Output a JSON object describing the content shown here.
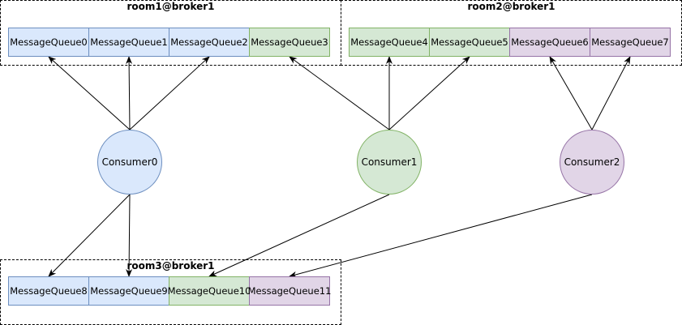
{
  "colors": {
    "blue_fill": "#dae8fc",
    "blue_stroke": "#6c8ebf",
    "green_fill": "#d5e8d4",
    "green_stroke": "#82b366",
    "purple_fill": "#e1d5e7",
    "purple_stroke": "#9673a6"
  },
  "rooms": [
    {
      "label": "room1@broker1",
      "queues": [
        {
          "label": "MessageQueue0",
          "color": "blue"
        },
        {
          "label": "MessageQueue1",
          "color": "blue"
        },
        {
          "label": "MessageQueue2",
          "color": "blue"
        },
        {
          "label": "MessageQueue3",
          "color": "green"
        }
      ]
    },
    {
      "label": "room2@broker1",
      "queues": [
        {
          "label": "MessageQueue4",
          "color": "green"
        },
        {
          "label": "MessageQueue5",
          "color": "green"
        },
        {
          "label": "MessageQueue6",
          "color": "purple"
        },
        {
          "label": "MessageQueue7",
          "color": "purple"
        }
      ]
    },
    {
      "label": "room3@broker1",
      "queues": [
        {
          "label": "MessageQueue8",
          "color": "blue"
        },
        {
          "label": "MessageQueue9",
          "color": "blue"
        },
        {
          "label": "MessageQueue10",
          "color": "green"
        },
        {
          "label": "MessageQueue11",
          "color": "purple"
        }
      ]
    }
  ],
  "consumers": [
    {
      "label": "Consumer0",
      "color": "blue",
      "targets": [
        "MessageQueue0",
        "MessageQueue1",
        "MessageQueue2",
        "MessageQueue8",
        "MessageQueue9"
      ]
    },
    {
      "label": "Consumer1",
      "color": "green",
      "targets": [
        "MessageQueue3",
        "MessageQueue4",
        "MessageQueue5",
        "MessageQueue10"
      ]
    },
    {
      "label": "Consumer2",
      "color": "purple",
      "targets": [
        "MessageQueue6",
        "MessageQueue7",
        "MessageQueue11"
      ]
    }
  ]
}
